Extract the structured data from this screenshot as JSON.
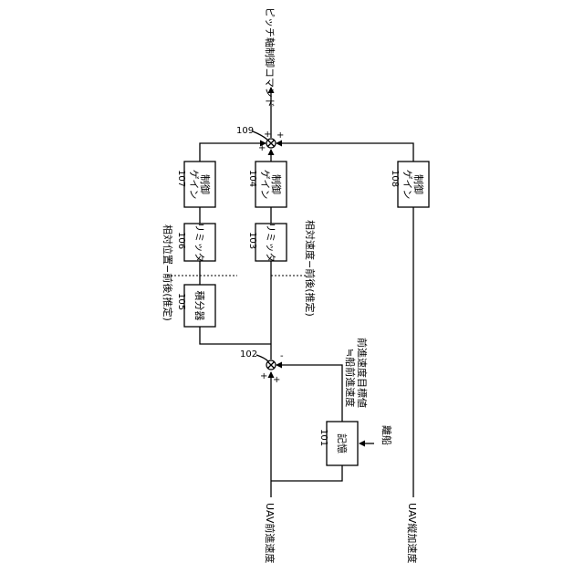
{
  "signals": {
    "output": "ピッチ軸制御コマンド",
    "uav_forward_velocity": "UAV前進速度",
    "uav_vertical_acceleration": "UAV縦加速度",
    "target_velocity_line1": "前進速度目標値",
    "target_velocity_line2": "≒船前進速度",
    "takeoff": "離船",
    "relative_position": "相対位置−前後(推定)",
    "relative_velocity": "相対速度−前後(推定)"
  },
  "blocks": {
    "memory": {
      "ref": "101",
      "label": "記憶"
    },
    "subtractor": {
      "ref": "102"
    },
    "limiter_velocity": {
      "ref": "103",
      "label": "リミッタ"
    },
    "gain_velocity": {
      "ref": "104",
      "line1": "制御",
      "line2": "ゲイン"
    },
    "integrator": {
      "ref": "105",
      "label": "積分器"
    },
    "limiter_position": {
      "ref": "106",
      "label": "リミッタ"
    },
    "gain_position": {
      "ref": "107",
      "line1": "制御",
      "line2": "ゲイン"
    },
    "gain_acceleration": {
      "ref": "108",
      "line1": "制御",
      "line2": "ゲイン"
    },
    "summer": {
      "ref": "109"
    }
  },
  "signs": {
    "sub_plus_1": "+",
    "sub_plus_2": "+",
    "sub_minus": "-",
    "sum_plus_1": "+",
    "sum_plus_2": "+",
    "sum_plus_3": "+"
  }
}
